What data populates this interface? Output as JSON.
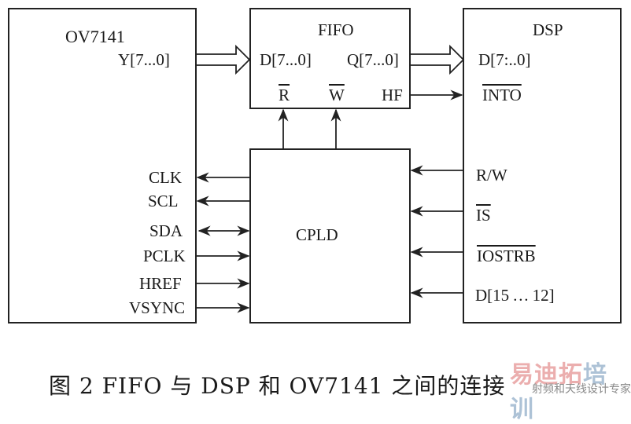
{
  "blocks": {
    "ov7141": {
      "title": "OV7141",
      "data_port": "Y[7...0]",
      "pins": [
        "CLK",
        "SCL",
        "SDA",
        "PCLK",
        "HREF",
        "VSYNC"
      ]
    },
    "fifo": {
      "title": "FIFO",
      "input": "D[7...0]",
      "output": "Q[7...0]",
      "read": "R",
      "write": "W",
      "half_full": "HF"
    },
    "dsp": {
      "title": "DSP",
      "data_port": "D[7:..0]",
      "interrupt": "INTO",
      "pins": [
        "R/W",
        "IS",
        "IOSTRB",
        "D[15 … 12]"
      ]
    },
    "cpld": {
      "title": "CPLD"
    }
  },
  "connections": [
    {
      "from": "OV7141.Y[7...0]",
      "to": "FIFO.D[7...0]",
      "type": "bus"
    },
    {
      "from": "FIFO.Q[7...0]",
      "to": "DSP.D[7:..0]",
      "type": "bus"
    },
    {
      "from": "FIFO.HF",
      "to": "DSP.INTO",
      "type": "signal"
    },
    {
      "from": "CPLD",
      "to": "FIFO.R",
      "type": "signal"
    },
    {
      "from": "CPLD",
      "to": "FIFO.W",
      "type": "signal"
    },
    {
      "from": "CPLD",
      "to": "OV7141.CLK",
      "type": "signal"
    },
    {
      "from": "CPLD",
      "to": "OV7141.SCL",
      "type": "signal"
    },
    {
      "from": "CPLD",
      "to": "OV7141.SDA",
      "type": "bidirectional"
    },
    {
      "from": "OV7141.PCLK",
      "to": "CPLD",
      "type": "signal"
    },
    {
      "from": "OV7141.HREF",
      "to": "CPLD",
      "type": "signal"
    },
    {
      "from": "OV7141.VSYNC",
      "to": "CPLD",
      "type": "signal"
    },
    {
      "from": "DSP.R/W",
      "to": "CPLD",
      "type": "signal"
    },
    {
      "from": "DSP.IS",
      "to": "CPLD",
      "type": "signal"
    },
    {
      "from": "DSP.IOSTRB",
      "to": "CPLD",
      "type": "signal"
    },
    {
      "from": "DSP.D[15...12]",
      "to": "CPLD",
      "type": "signal"
    }
  ],
  "caption": "图 2   FIFO 与 DSP 和 OV7141 之间的连接",
  "watermark": {
    "brand_a": "易迪拓",
    "brand_b": "培训",
    "tagline": "射频和天线设计专家"
  }
}
